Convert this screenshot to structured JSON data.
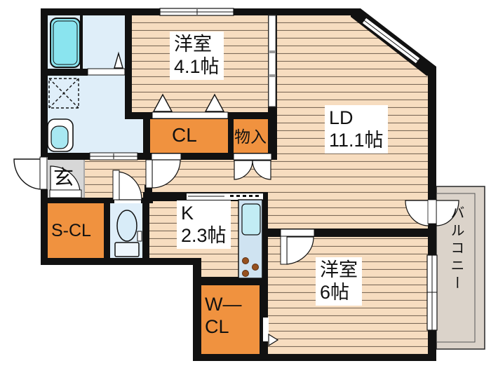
{
  "floorplan": {
    "rooms": {
      "yoshitsu41": {
        "name": "洋室",
        "size": "4.1帖"
      },
      "ld": {
        "name": "LD",
        "size": "11.1帖"
      },
      "cl": {
        "label": "CL"
      },
      "monoiri": {
        "label": "物入"
      },
      "genkan": {
        "label": "玄"
      },
      "scl": {
        "label": "S-CL"
      },
      "kitchen": {
        "name": "K",
        "size": "2.3帖"
      },
      "wcl": {
        "line1": "W—",
        "line2": "CL"
      },
      "yoshitsu6": {
        "name": "洋室",
        "size": "6帖"
      },
      "balcony": {
        "label": "バルコニー"
      }
    },
    "colors": {
      "wall_black": "#111111",
      "wood_base": "#f7ddc0",
      "wood_stripe": "#7d6a58",
      "closet_orange": "#f0923f",
      "wet_area_blue": "#dfeef9",
      "bathtub_cyan": "#8ae4ef",
      "counter_blue": "#cfe3f1",
      "sink_cyan": "#c2ecf4",
      "genkan_gray": "#d7d7d7",
      "balcony_beige": "#dbd3ca",
      "burner_brown": "#96511f"
    }
  }
}
